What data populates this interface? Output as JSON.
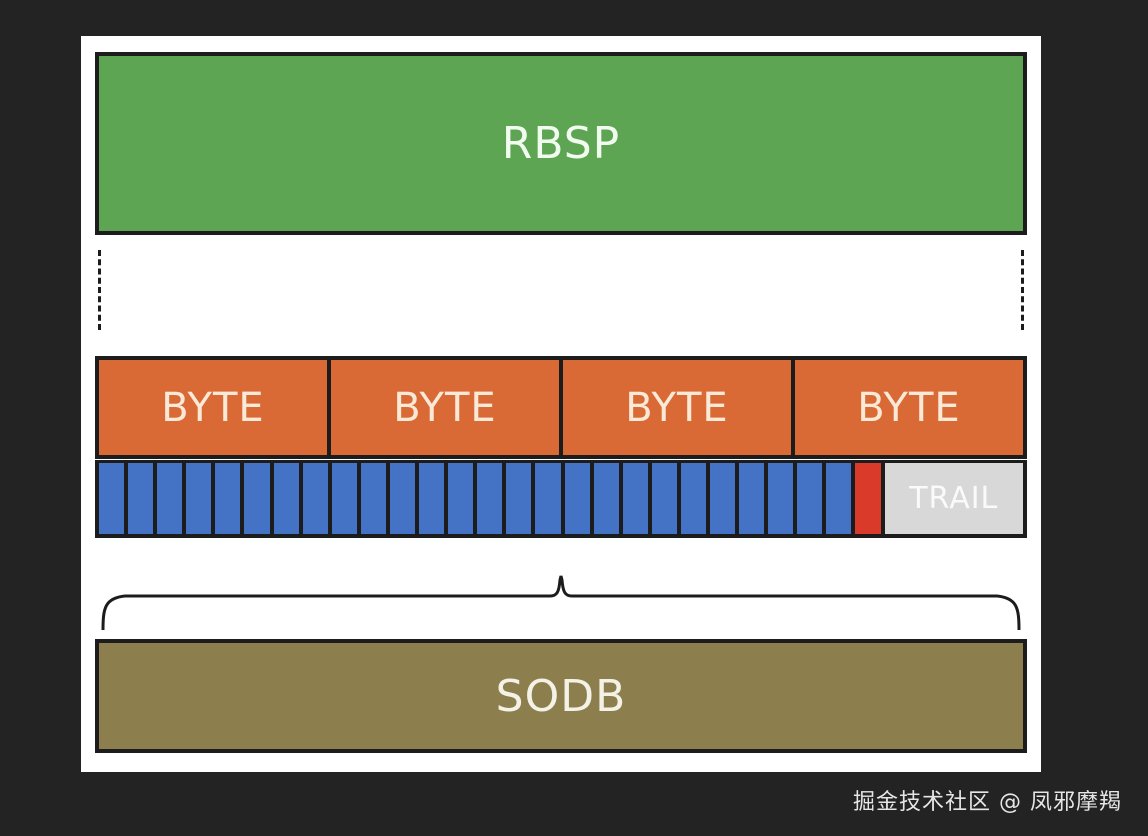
{
  "diagram": {
    "top_block": {
      "label": "RBSP",
      "color": "#5da553"
    },
    "byte_row": {
      "labels": [
        "BYTE",
        "BYTE",
        "BYTE",
        "BYTE"
      ],
      "color": "#d96a36"
    },
    "bit_row": {
      "data_bit_count": 26,
      "data_bit_color": "#4472c4",
      "stop_bit_color": "#d93a2a",
      "trail_label": "TRAIL",
      "trail_color": "#d8d8d8"
    },
    "bottom_block": {
      "label": "SODB",
      "color": "#8c7f4d"
    }
  },
  "watermark": {
    "text": "掘金技术社区 @ 凤邪摩羯"
  }
}
